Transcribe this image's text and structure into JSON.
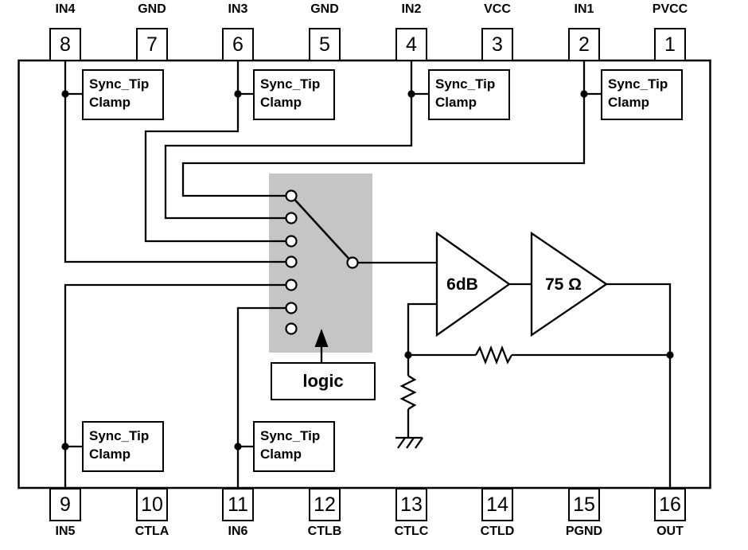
{
  "diagram": {
    "top_pins": [
      {
        "number": "8",
        "label": "IN4"
      },
      {
        "number": "7",
        "label": "GND"
      },
      {
        "number": "6",
        "label": "IN3"
      },
      {
        "number": "5",
        "label": "GND"
      },
      {
        "number": "4",
        "label": "IN2"
      },
      {
        "number": "3",
        "label": "VCC"
      },
      {
        "number": "2",
        "label": "IN1"
      },
      {
        "number": "1",
        "label": "PVCC"
      }
    ],
    "bottom_pins": [
      {
        "number": "9",
        "label": "IN5"
      },
      {
        "number": "10",
        "label": "CTLA"
      },
      {
        "number": "11",
        "label": "IN6"
      },
      {
        "number": "12",
        "label": "CTLB"
      },
      {
        "number": "13",
        "label": "CTLC"
      },
      {
        "number": "14",
        "label": "CTLD"
      },
      {
        "number": "15",
        "label": "PGND"
      },
      {
        "number": "16",
        "label": "OUT"
      }
    ],
    "blocks": {
      "clamp_line1": "Sync_Tip",
      "clamp_line2": "Clamp",
      "logic": "logic",
      "amp1": "6dB",
      "amp2": "75 Ω"
    },
    "colors": {
      "line": "#000000",
      "mux_fill": "#c5c5c5",
      "background": "#ffffff"
    }
  }
}
